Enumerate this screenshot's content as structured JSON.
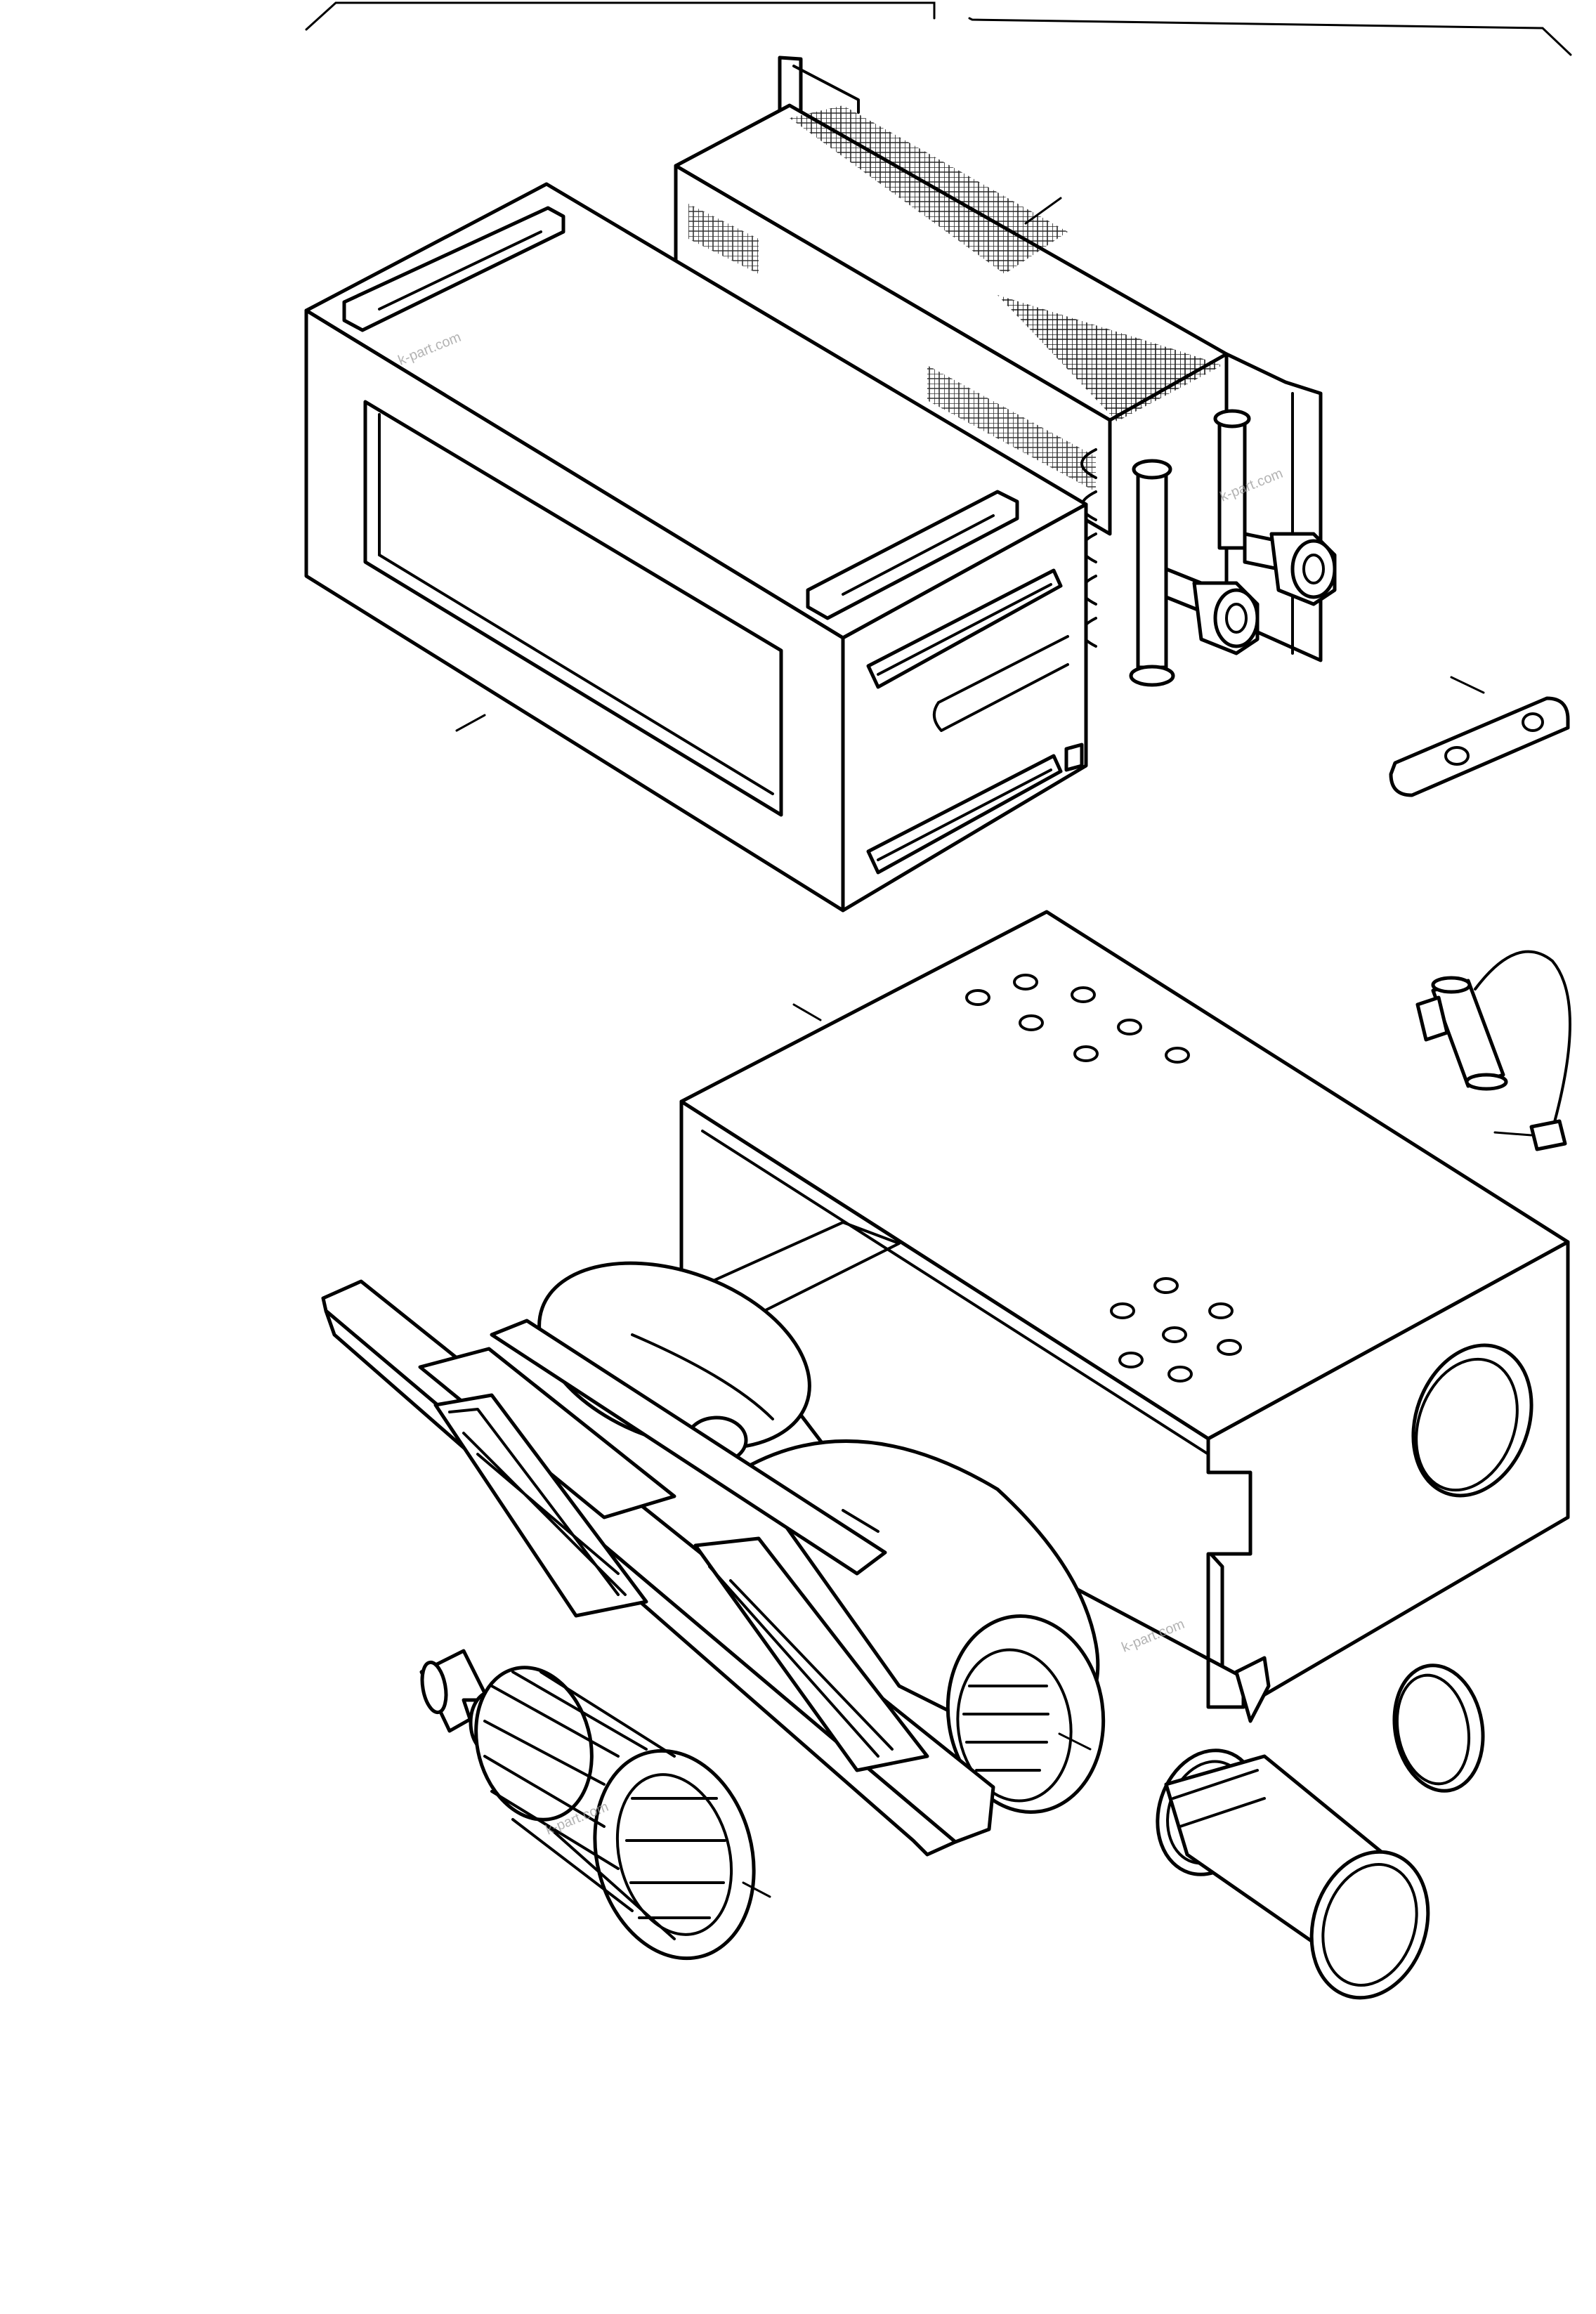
{
  "watermarks": [
    {
      "text": "k-part.com"
    },
    {
      "text": "k-part.com"
    },
    {
      "text": "k-part.com"
    },
    {
      "text": "k-part.com"
    }
  ],
  "parts": [
    {
      "id": "heater-core-radiator"
    },
    {
      "id": "heater-housing-duct"
    },
    {
      "id": "mounting-bracket-plate"
    },
    {
      "id": "resistor-sensor-with-wire"
    },
    {
      "id": "blower-case"
    },
    {
      "id": "blower-fan-frame"
    },
    {
      "id": "fan-wheel-motor"
    },
    {
      "id": "intake-filter-cup"
    },
    {
      "id": "cover-cap"
    }
  ]
}
